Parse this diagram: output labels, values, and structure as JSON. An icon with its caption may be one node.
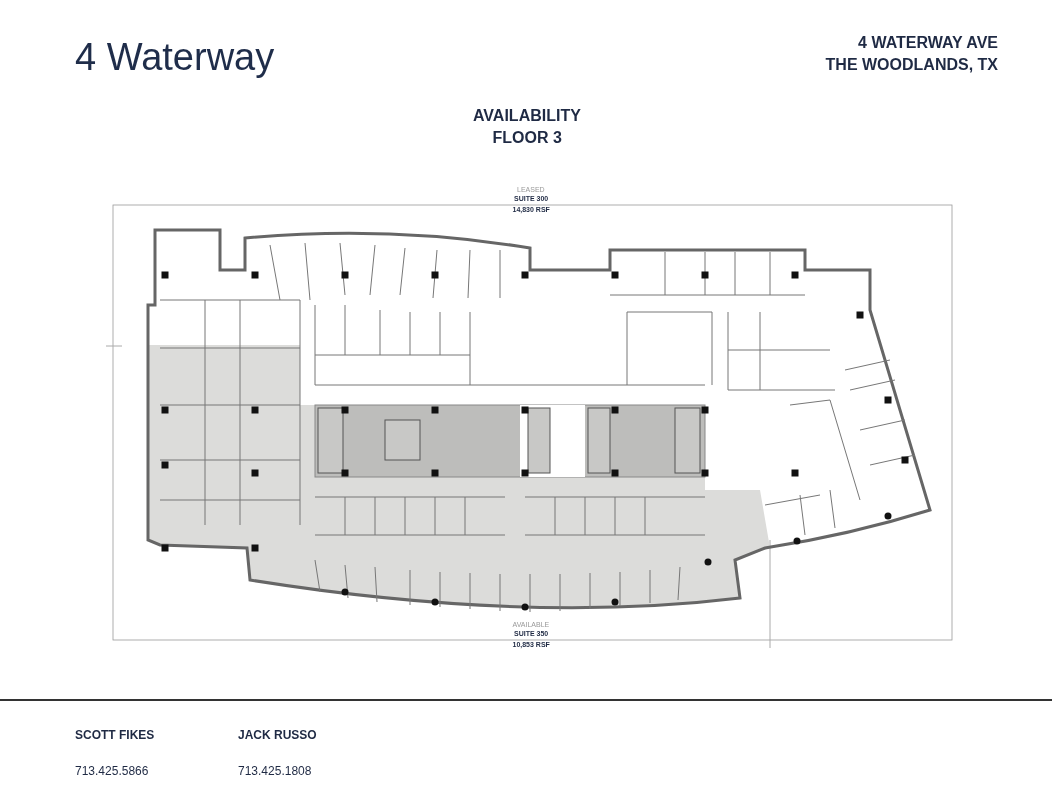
{
  "diagram": {
    "title": "4 Waterway",
    "labels": [
      "4 WATERWAY AVE",
      "THE WOODLANDS, TX",
      "AVAILABILITY",
      "FLOOR 3",
      "LEASED",
      "SUITE 300",
      "14,830 RSF",
      "AVAILABLE",
      "SUITE 350",
      "10,853 RSF",
      "SCOTT FIKES",
      "713.425.5866",
      "JACK RUSSO",
      "713.425.1808"
    ]
  }
}
